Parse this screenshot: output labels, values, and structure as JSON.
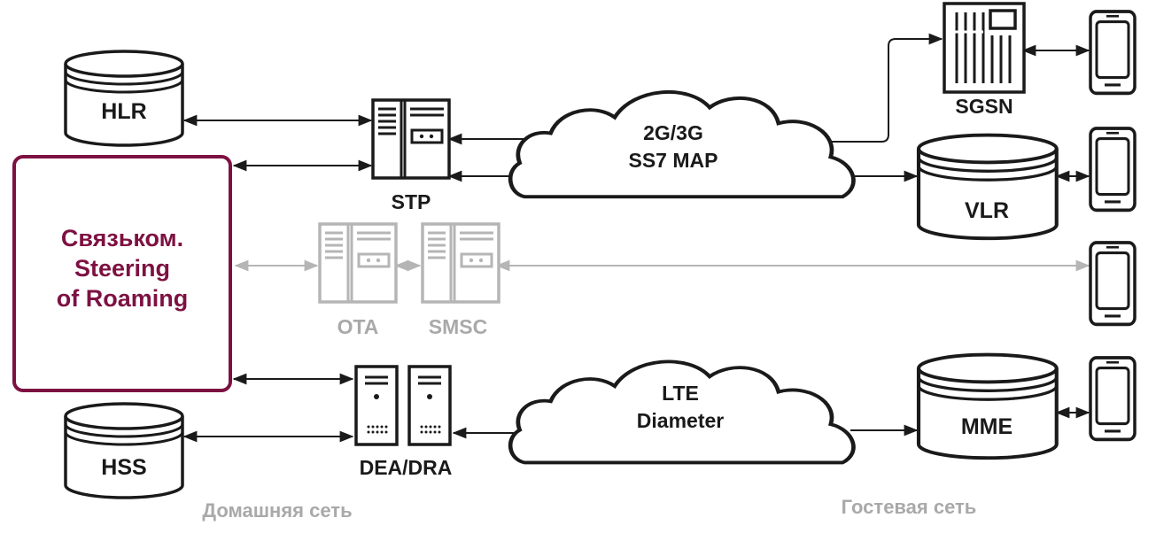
{
  "colors": {
    "accent": "#7d1142",
    "stroke": "#1a1a1a",
    "muted": "#b5b5b5",
    "muted_text": "#a3a3a3"
  },
  "nodes": {
    "hlr": "HLR",
    "hss": "HSS",
    "stp": "STP",
    "ota": "OTA",
    "smsc": "SMSC",
    "dea_dra": "DEA/DRA",
    "sgsn": "SGSN",
    "vlr": "VLR",
    "mme": "MME"
  },
  "clouds": {
    "ss7_line1": "2G/3G",
    "ss7_line2": "SS7 MAP",
    "lte_line1": "LTE",
    "lte_line2": "Diameter"
  },
  "sor_box": {
    "line1": "Связьком.",
    "line2": "Steering",
    "line3": "of Roaming"
  },
  "networks": {
    "home": "Домашняя сеть",
    "visited": "Гостевая сеть"
  },
  "icons": [
    "database-icon",
    "server-icon",
    "tower-server-icon",
    "cloud-icon",
    "mobile-phone-icon",
    "double-arrow-icon"
  ]
}
